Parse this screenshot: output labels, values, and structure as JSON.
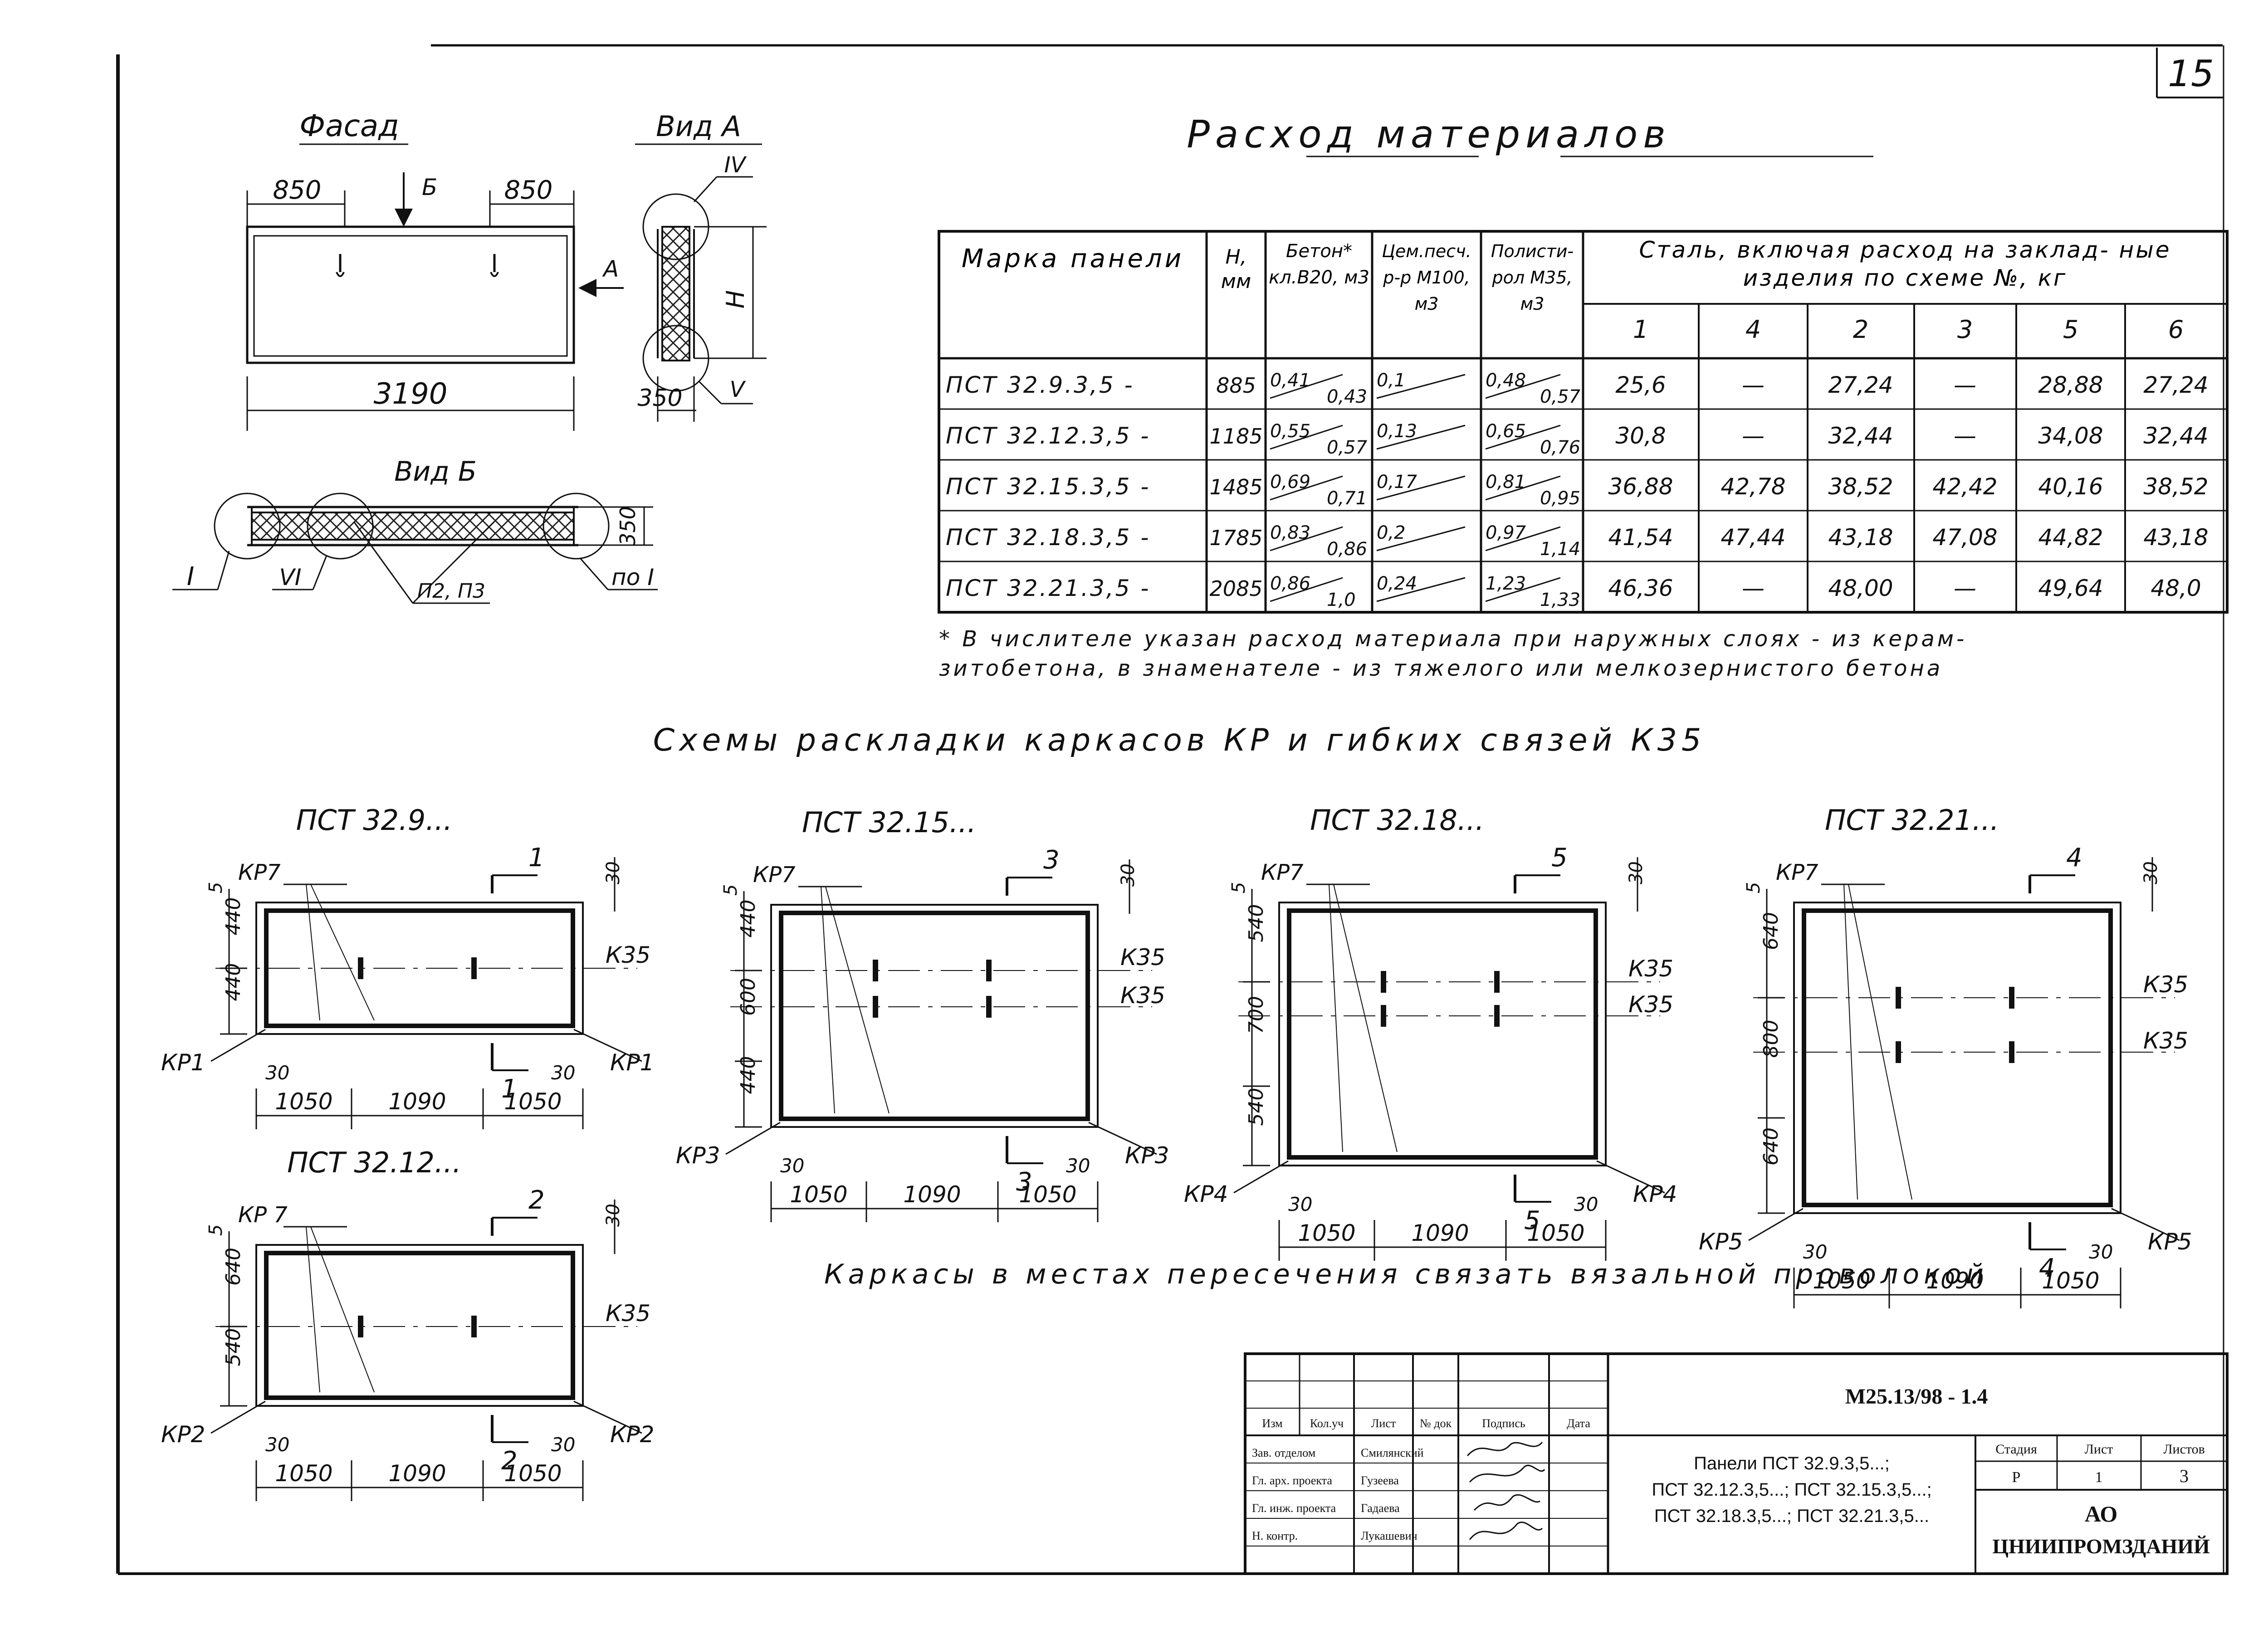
{
  "sheet_number": "15",
  "facade": {
    "title": "Фасад",
    "dim_left": "850",
    "dim_right": "850",
    "width": "3190",
    "arrow_b": "Б",
    "arrow_a": "А"
  },
  "view_a": {
    "title": "Вид А",
    "label_iv": "IV",
    "label_v": "V",
    "dim_h": "Н",
    "dim_350": "350"
  },
  "view_b": {
    "title": "Вид Б",
    "dim_350": "350",
    "label_i": "I",
    "label_vi": "VI",
    "label_p": "П2, П3",
    "label_po_i": "по I"
  },
  "materials": {
    "title": "Расход материалов",
    "headers": {
      "mark": "Марка панели",
      "h": "Н, мм",
      "concrete": "Бетон* кл.В20, м3",
      "mortar": "Цем.песч. р-р М100, м3",
      "polystyrene": "Полисти- рол М35, м3",
      "steel": "Сталь, включая расход на заклад- ные изделия по схеме №, кг"
    },
    "steel_cols": [
      "1",
      "4",
      "2",
      "3",
      "5",
      "6"
    ],
    "rows": [
      {
        "mark": "ПСТ 32.9.3,5 -",
        "h": "885",
        "c_num": "0,41",
        "c_den": "0,43",
        "mortar": "0,1",
        "p_num": "0,48",
        "p_den": "0,57",
        "s1": "25,6",
        "s4": "—",
        "s2": "27,24",
        "s3": "—",
        "s5": "28,88",
        "s6": "27,24"
      },
      {
        "mark": "ПСТ 32.12.3,5 -",
        "h": "1185",
        "c_num": "0,55",
        "c_den": "0,57",
        "mortar": "0,13",
        "p_num": "0,65",
        "p_den": "0,76",
        "s1": "30,8",
        "s4": "—",
        "s2": "32,44",
        "s3": "—",
        "s5": "34,08",
        "s6": "32,44"
      },
      {
        "mark": "ПСТ 32.15.3,5 -",
        "h": "1485",
        "c_num": "0,69",
        "c_den": "0,71",
        "mortar": "0,17",
        "p_num": "0,81",
        "p_den": "0,95",
        "s1": "36,88",
        "s4": "42,78",
        "s2": "38,52",
        "s3": "42,42",
        "s5": "40,16",
        "s6": "38,52"
      },
      {
        "mark": "ПСТ 32.18.3,5 -",
        "h": "1785",
        "c_num": "0,83",
        "c_den": "0,86",
        "mortar": "0,2",
        "p_num": "0,97",
        "p_den": "1,14",
        "s1": "41,54",
        "s4": "47,44",
        "s2": "43,18",
        "s3": "47,08",
        "s5": "44,82",
        "s6": "43,18"
      },
      {
        "mark": "ПСТ 32.21.3,5 -",
        "h": "2085",
        "c_num": "0,86",
        "c_den": "1,0",
        "mortar": "0,24",
        "p_num": "1,23",
        "p_den": "1,33",
        "s1": "46,36",
        "s4": "—",
        "s2": "48,00",
        "s3": "—",
        "s5": "49,64",
        "s6": "48,0"
      }
    ],
    "footnote_1": "* В числителе указан расход материала при наружных слоях - из керам-",
    "footnote_2": "зитобетона, в знаменателе - из тяжелого или мелкозернистого бетона"
  },
  "schemes": {
    "title": "Схемы раскладки каркасов КР и гибких связей К35",
    "bottom_note": "Каркасы в местах пересечения связать вязальной проволокой",
    "b1": {
      "title": "ПСТ 32.9...",
      "sec": "1",
      "frame": "КР1",
      "top": "КР7",
      "k35": "К35",
      "dims_h": [
        "1050",
        "1090",
        "1050"
      ],
      "dims_v": [
        "5",
        "440",
        "440"
      ],
      "d30": "30"
    },
    "b2": {
      "title": "ПСТ 32.15...",
      "sec": "3",
      "frame": "КР3",
      "top": "КР7",
      "k35": "К35",
      "dims_h": [
        "1050",
        "1090",
        "1050"
      ],
      "dims_v": [
        "5",
        "440",
        "600",
        "440"
      ],
      "d30": "30"
    },
    "b3": {
      "title": "ПСТ 32.18...",
      "sec": "5",
      "frame": "КР4",
      "top": "КР7",
      "k35": "К35",
      "dims_h": [
        "1050",
        "1090",
        "1050"
      ],
      "dims_v": [
        "5",
        "540",
        "700",
        "540"
      ],
      "d30": "30"
    },
    "b4": {
      "title": "ПСТ 32.21...",
      "sec": "4",
      "frame": "КР5",
      "top": "КР7",
      "k35": "К35",
      "dims_h": [
        "1050",
        "1090",
        "1050"
      ],
      "dims_v": [
        "5",
        "640",
        "800",
        "640"
      ],
      "d30": "30"
    },
    "b5": {
      "title": "ПСТ 32.12...",
      "sec": "2",
      "frame": "КР2",
      "top": "КР 7",
      "k35": "К35",
      "dims_h": [
        "1050",
        "1090",
        "1050"
      ],
      "dims_v": [
        "5",
        "640",
        "540"
      ],
      "d30": "30"
    }
  },
  "title_block": {
    "code": "М25.13/98 - 1.4",
    "head_cols": [
      "Изм",
      "Кол.уч",
      "Лист",
      "№ док",
      "Подпись",
      "Дата"
    ],
    "people": [
      {
        "role": "Зав. отделом",
        "name": "Смилянский"
      },
      {
        "role": "Гл. арх. проекта",
        "name": "Гузеева"
      },
      {
        "role": "Гл. инж. проекта",
        "name": "Гадаева"
      },
      {
        "role": "Н. контр.",
        "name": "Лукашевич"
      }
    ],
    "desc_1": "Панели ПСТ 32.9.3,5...;",
    "desc_2": "ПСТ 32.12.3,5...; ПСТ 32.15.3,5...;",
    "desc_3": "ПСТ 32.18.3,5...; ПСТ 32.21.3,5...",
    "stage_label": "Стадия",
    "sheet_label": "Лист",
    "sheets_label": "Листов",
    "stage": "Р",
    "sheet": "1",
    "sheets": "3",
    "org_1": "АО",
    "org_2": "ЦНИИПРОМЗДАНИЙ"
  }
}
